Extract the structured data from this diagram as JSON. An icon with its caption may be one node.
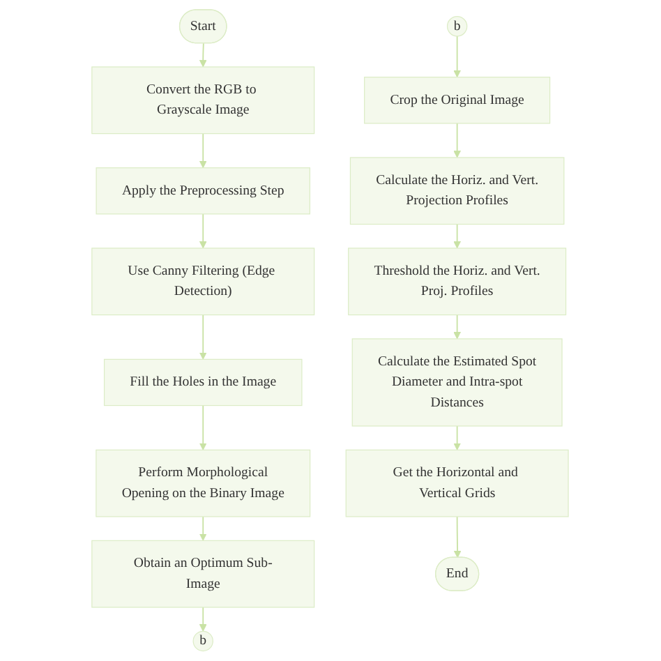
{
  "diagram": {
    "nodes": [
      {
        "text": [
          "Start"
        ]
      },
      {
        "text": [
          "Convert the RGB to Grayscale Image"
        ]
      },
      {
        "text": [
          "Apply the Preprocessing Step"
        ]
      },
      {
        "text": [
          "Use Canny Filtering (Edge Detection)"
        ]
      },
      {
        "text": [
          "Fill the Holes in the Image"
        ]
      },
      {
        "text": [
          "Perform Morphological Opening on the Binary Image"
        ]
      },
      {
        "text": [
          "Obtain an Optimum Sub-Image"
        ]
      },
      {
        "text": [
          "b"
        ]
      },
      {
        "text": [
          "b"
        ]
      },
      {
        "text": [
          "Crop the Original Image"
        ]
      },
      {
        "text": [
          "Calculate the Horiz. and Vert. Projection Profiles"
        ]
      },
      {
        "text": [
          "Threshold the Horiz. and Vert. Proj. Profiles"
        ]
      },
      {
        "text": [
          "Calculate the Estimated Spot Diameter and Intra-spot Distances"
        ]
      },
      {
        "text": [
          "Get the Horizontal and Vertical Grids"
        ]
      },
      {
        "text": [
          "End"
        ]
      }
    ],
    "edges": [
      {
        "from": 0,
        "to": 1,
        "arrow": "to"
      },
      {
        "from": 1,
        "to": 2,
        "arrow": "to"
      },
      {
        "from": 2,
        "to": 3,
        "arrow": "to"
      },
      {
        "from": 3,
        "to": 4,
        "arrow": "to"
      },
      {
        "from": 4,
        "to": 5,
        "arrow": "to"
      },
      {
        "from": 5,
        "to": 6,
        "arrow": "to"
      },
      {
        "from": 6,
        "to": 7,
        "arrow": "to"
      },
      {
        "from": 8,
        "to": 9,
        "arrow": "to"
      },
      {
        "from": 9,
        "to": 10,
        "arrow": "to"
      },
      {
        "from": 10,
        "to": 11,
        "arrow": "to"
      },
      {
        "from": 11,
        "to": 12,
        "arrow": "to"
      },
      {
        "from": 12,
        "to": 13,
        "arrow": "to"
      },
      {
        "from": 13,
        "to": 14,
        "arrow": "to"
      }
    ]
  }
}
